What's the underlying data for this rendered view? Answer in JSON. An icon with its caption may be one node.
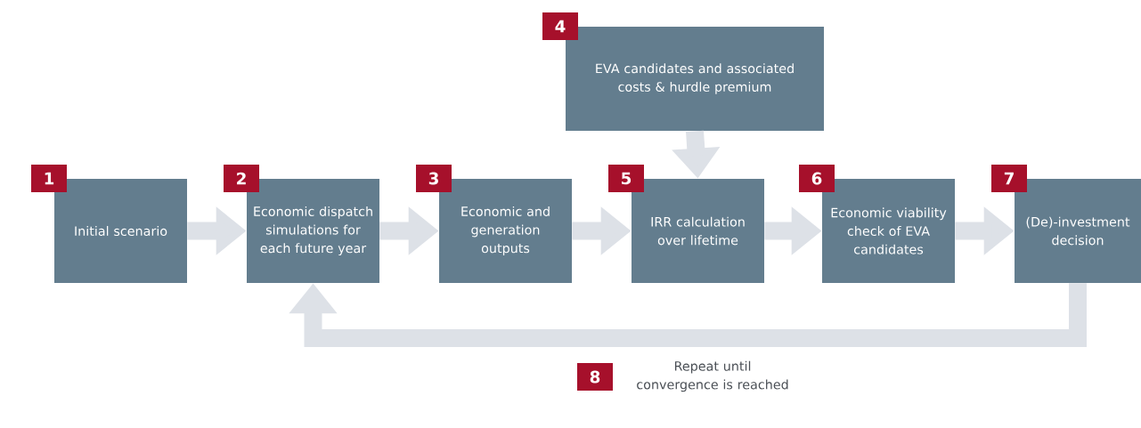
{
  "diagram": {
    "nodes": [
      {
        "text": [
          "1",
          "Initial scenario"
        ]
      },
      {
        "text": [
          "2",
          "Economic dispatch simulations for each future year"
        ]
      },
      {
        "text": [
          "3",
          "Economic and generation outputs"
        ]
      },
      {
        "text": [
          "4",
          "EVA candidates and associated costs & hurdle premium"
        ]
      },
      {
        "text": [
          "5",
          "IRR calculation over lifetime"
        ]
      },
      {
        "text": [
          "6",
          "Economic viability check of EVA candidates"
        ]
      },
      {
        "text": [
          "7",
          "(De)-investment decision"
        ]
      }
    ],
    "edges": [
      {
        "from": 0,
        "to": 1,
        "arrow": "to"
      },
      {
        "from": 1,
        "to": 2,
        "arrow": "to"
      },
      {
        "from": 2,
        "to": 4,
        "arrow": "to"
      },
      {
        "from": 3,
        "to": 4,
        "arrow": "to"
      },
      {
        "from": 4,
        "to": 5,
        "arrow": "to"
      },
      {
        "from": 5,
        "to": 6,
        "arrow": "to"
      },
      {
        "from": 6,
        "to": 1,
        "arrow": "to",
        "label": "Repeat until convergence is reached"
      }
    ],
    "labels": [
      "8"
    ]
  }
}
